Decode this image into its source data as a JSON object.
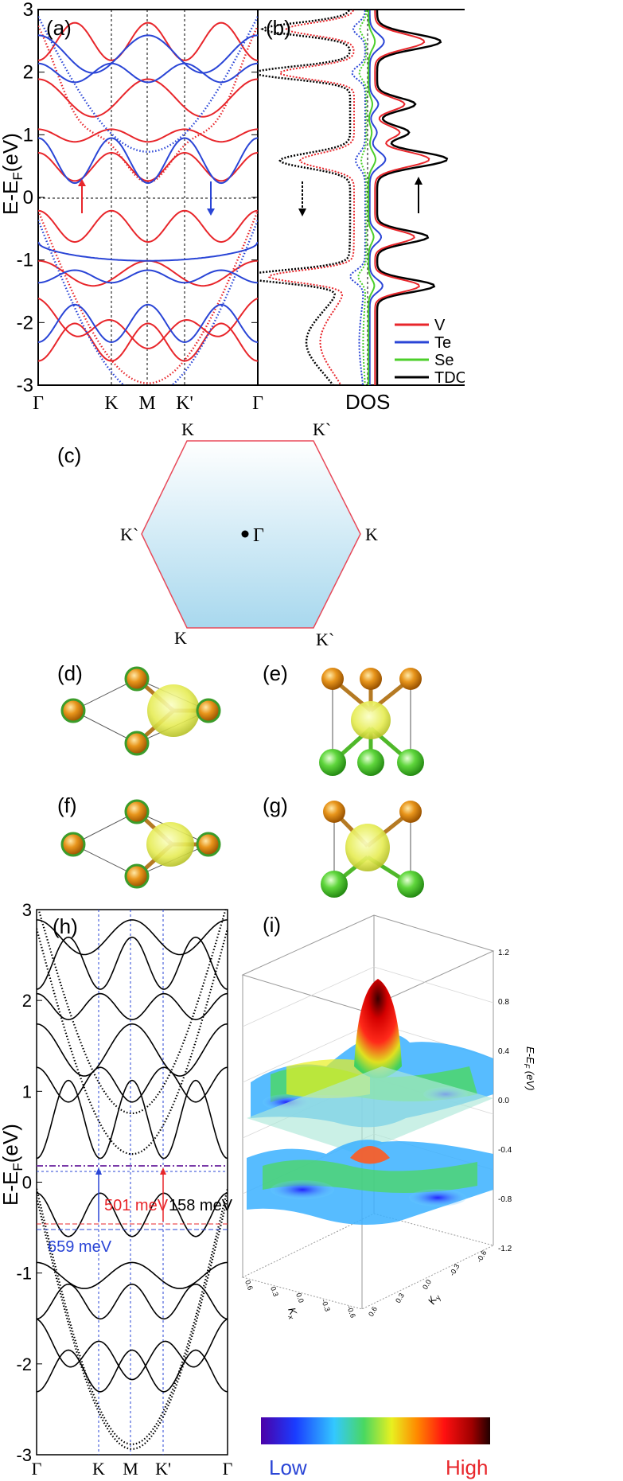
{
  "panel_a": {
    "label": "(a)",
    "ylabel_main": "E-E",
    "ylabel_sub": "F",
    "ylabel_tail": "(eV)",
    "yticks": [
      "3",
      "2",
      "1",
      "0",
      "-1",
      "-2",
      "-3"
    ],
    "kpoints": [
      "Γ",
      "K",
      "M",
      "K'",
      "Γ"
    ],
    "colors": {
      "spin_up": "#e8262b",
      "spin_down": "#2a45d6"
    }
  },
  "panel_b": {
    "label": "(b)",
    "xlabel": "DOS",
    "legend": [
      {
        "name": "V",
        "color": "#e8262b"
      },
      {
        "name": "Te",
        "color": "#2a45d6"
      },
      {
        "name": "Se",
        "color": "#4ccf2a"
      },
      {
        "name": "TDOS",
        "color": "#000000"
      }
    ]
  },
  "panel_c": {
    "label": "(c)",
    "vertices": [
      "K",
      "K`",
      "K",
      "K`",
      "K",
      "K`"
    ],
    "center": "Γ"
  },
  "panel_d": {
    "label": "(d)"
  },
  "panel_e": {
    "label": "(e)"
  },
  "panel_f": {
    "label": "(f)"
  },
  "panel_g": {
    "label": "(g)"
  },
  "panel_h": {
    "label": "(h)",
    "ylabel_main": "E-E",
    "ylabel_sub": "F",
    "ylabel_tail": "(eV)",
    "yticks": [
      "3",
      "2",
      "1",
      "0",
      "-1",
      "-2",
      "-3"
    ],
    "kpoints": [
      "Γ",
      "K",
      "M",
      "K'",
      "Γ"
    ],
    "annotations": {
      "a1": "501 meV",
      "a2": "158 meV",
      "a3": "659 meV"
    },
    "colors": {
      "a1": "#e8262b",
      "a2": "#000000",
      "a3": "#2a45d6"
    }
  },
  "panel_i": {
    "label": "(i)",
    "zticks": [
      "1.2",
      "0.8",
      "0.4",
      "0.0",
      "-0.4",
      "-0.8",
      "-1.2"
    ],
    "zlabel": "E-E",
    "zlabel_sub": "F",
    "zlabel_tail": " (eV)",
    "xlabel": "K",
    "xlabel_sub": "x",
    "ylabel": "K",
    "ylabel_sub": "y",
    "xticks": [
      "0.6",
      "0.3",
      "0.0",
      "-0.3",
      "-0.6"
    ],
    "yticks": [
      "0.6",
      "0.3",
      "0.0",
      "-0.3",
      "-0.6"
    ]
  },
  "colorbar": {
    "low": "Low",
    "high": "High",
    "low_color": "#2a45d6",
    "high_color": "#e8262b"
  }
}
